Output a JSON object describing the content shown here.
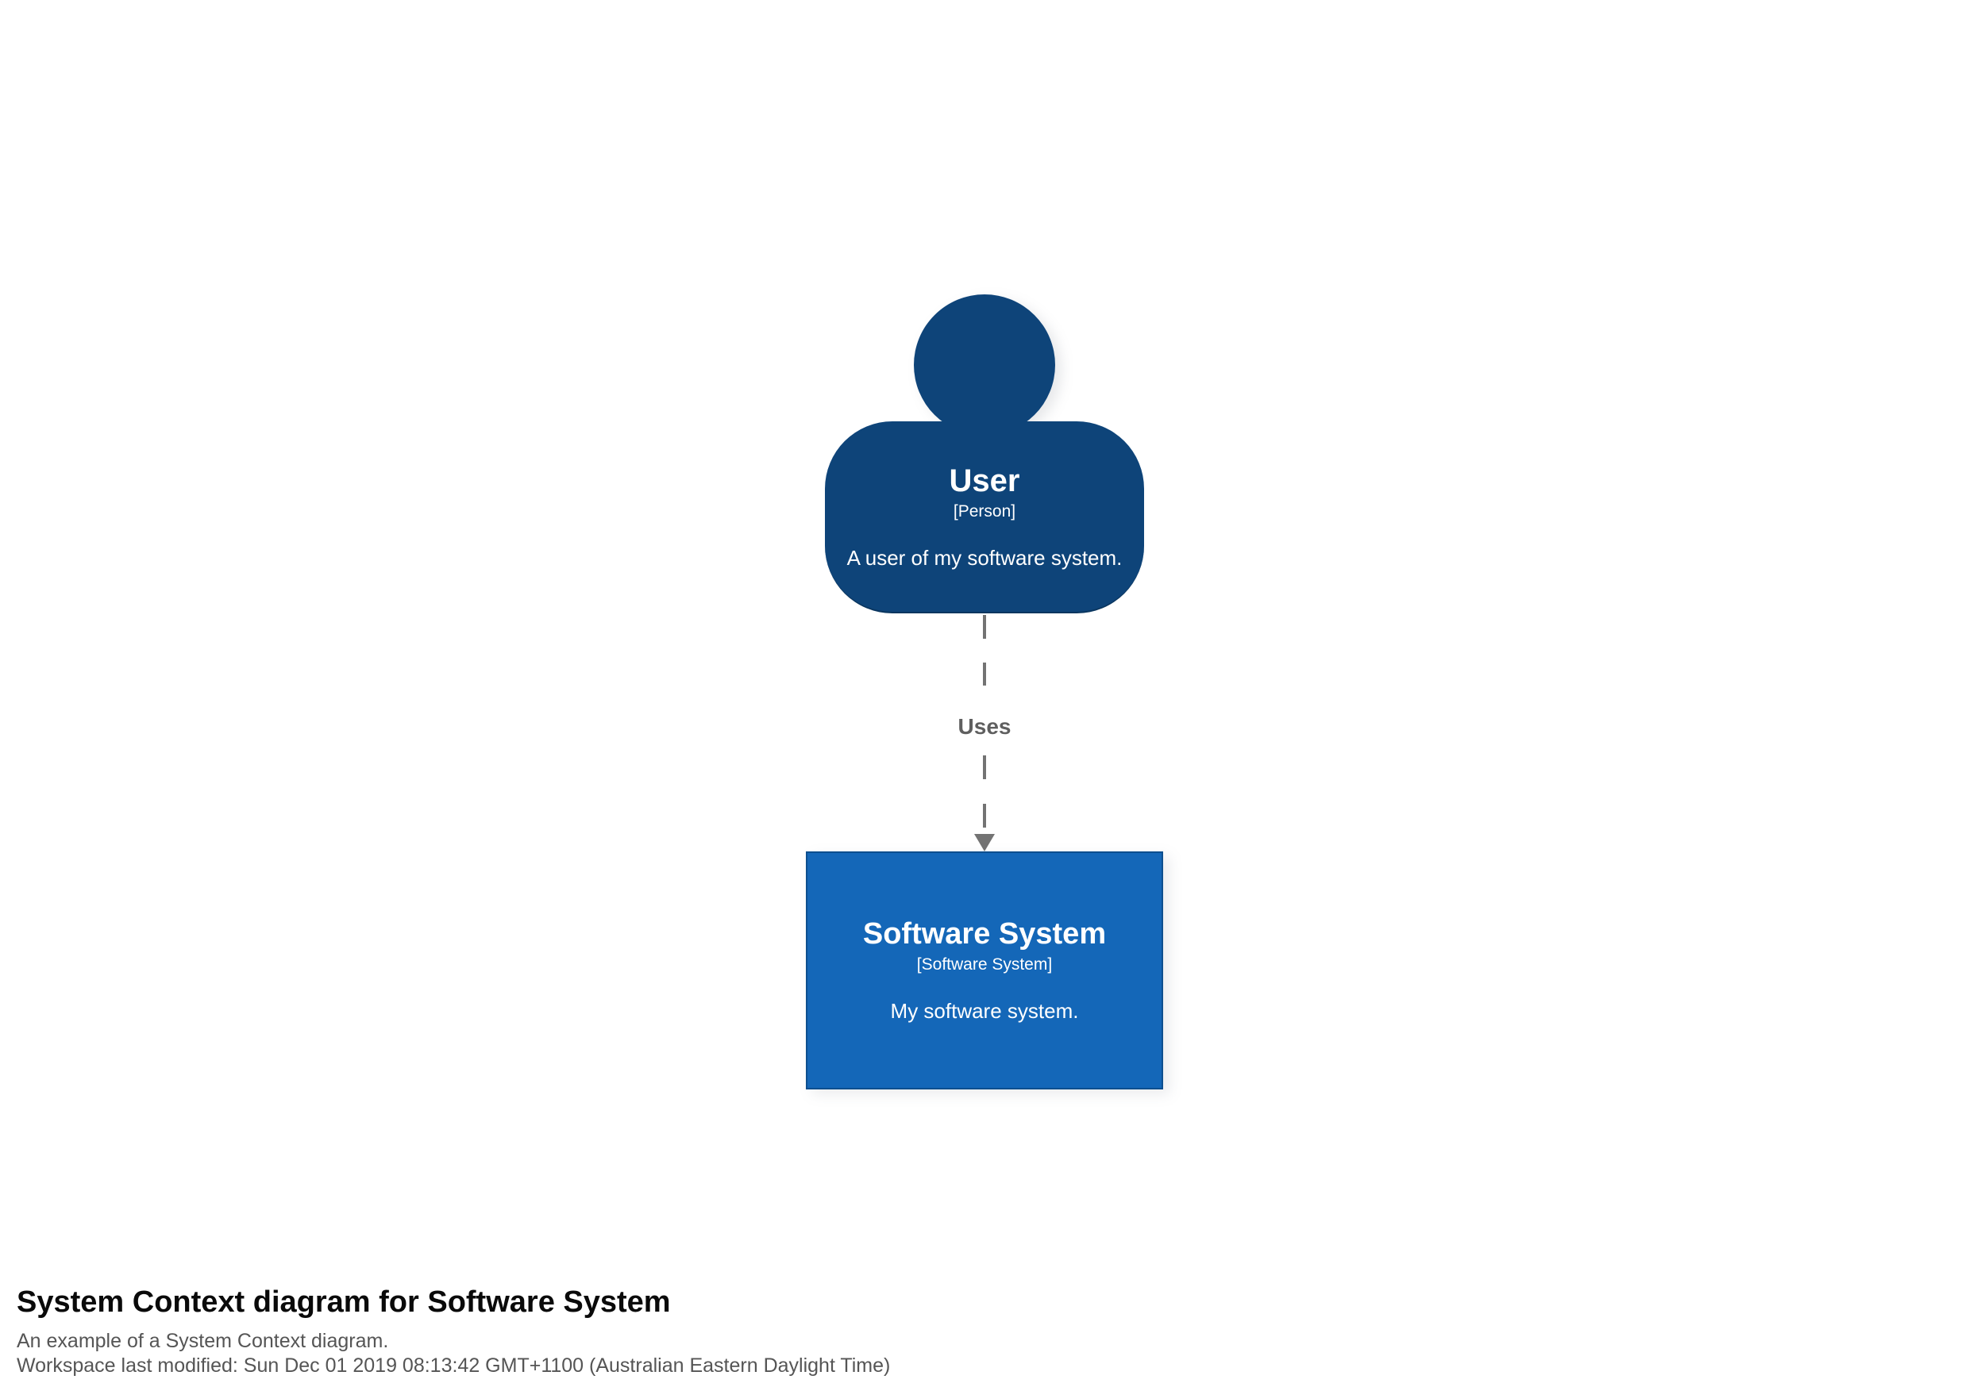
{
  "person": {
    "name": "User",
    "type_label": "[Person]",
    "description": "A user of my software system."
  },
  "relationship": {
    "label": "Uses"
  },
  "software_system": {
    "name": "Software System",
    "type_label": "[Software System]",
    "description": "My software system."
  },
  "footer": {
    "title": "System Context diagram for Software System",
    "subtitle": "An example of a System Context diagram.",
    "last_modified": "Workspace last modified: Sun Dec 01 2019 08:13:42 GMT+1100 (Australian Eastern Daylight Time)"
  },
  "colors": {
    "canvas_bg": "#ffffff",
    "person_bg": "#0e4479",
    "person_border": "#0a365f",
    "system_bg": "#1467b8",
    "system_border": "#0d4f8f",
    "connector": "#737373",
    "relationship_label": "#5f5f5f",
    "title_color": "#0a0a0a",
    "muted_color": "#555555"
  }
}
